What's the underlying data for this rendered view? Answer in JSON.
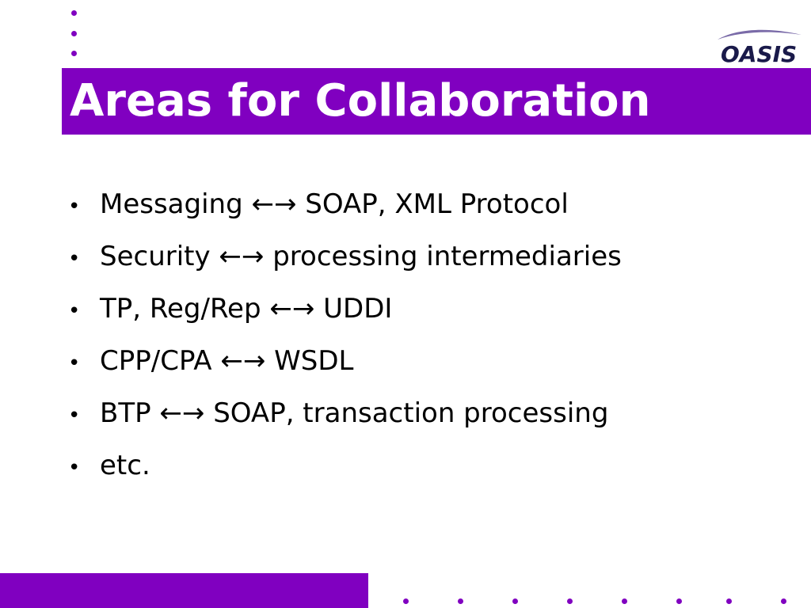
{
  "title": "Areas for Collaboration",
  "logo": {
    "name": "OASIS",
    "text": "OASIS"
  },
  "bullets": [
    {
      "text": "Messaging ←→ SOAP, XML Protocol"
    },
    {
      "text": "Security ←→ processing intermediaries"
    },
    {
      "text": "TP, Reg/Rep ←→ UDDI"
    },
    {
      "text": "CPP/CPA ←→ WSDL"
    },
    {
      "text": "BTP ←→ SOAP, transaction processing"
    },
    {
      "text": "etc."
    }
  ],
  "bullet_symbol": "•",
  "colors": {
    "accent": "#8000C0",
    "logo_text": "#1A1A4A",
    "logo_swoosh": "#7A6BA8",
    "text": "#000000",
    "background": "#FFFFFF"
  }
}
